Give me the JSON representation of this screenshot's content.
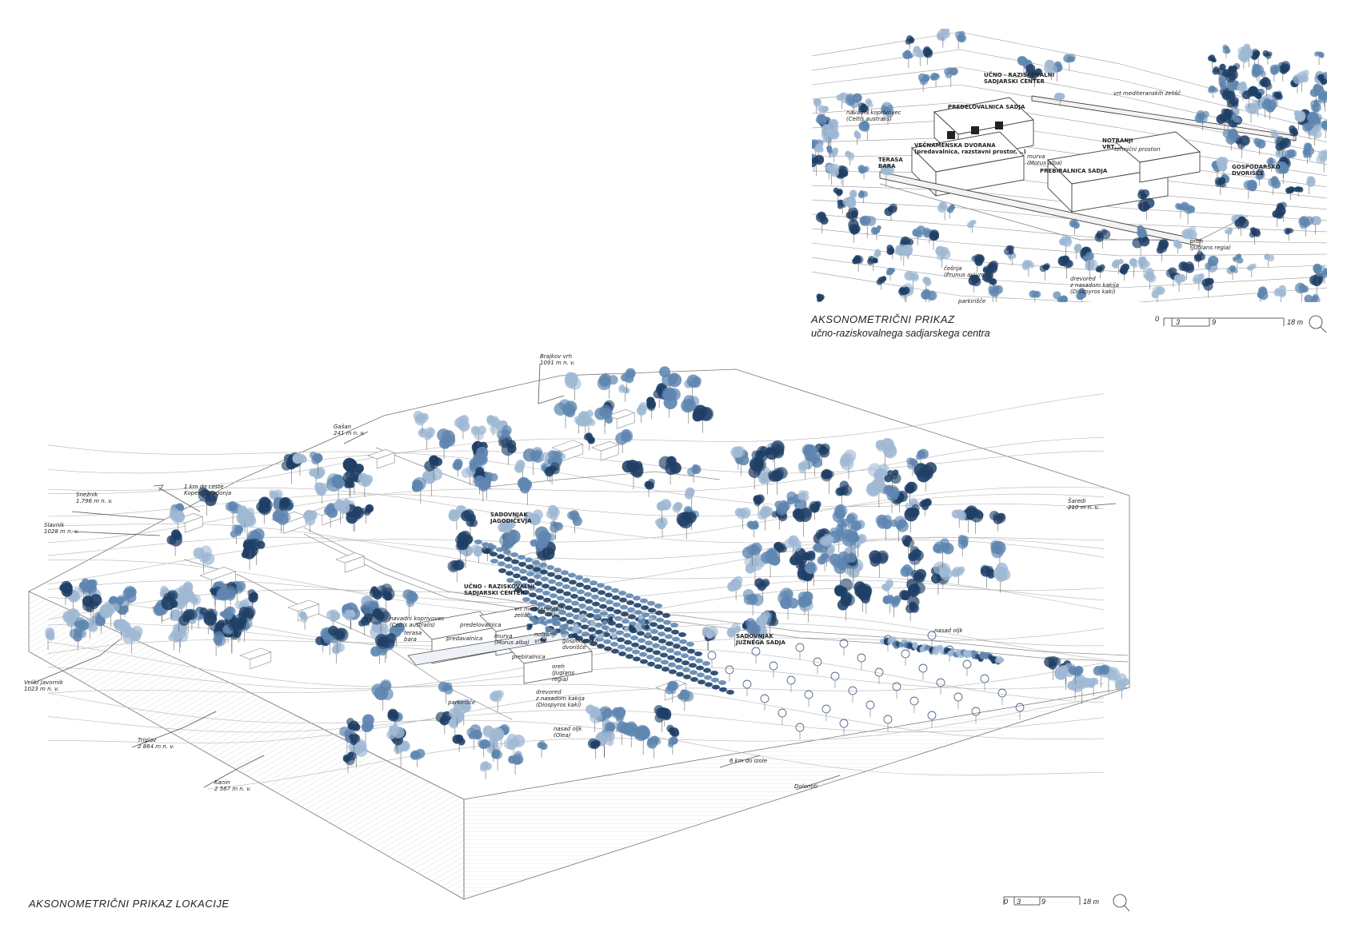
{
  "inset": {
    "title": "AKSONOMETRIČNI PRIKAZ",
    "subtitle": "učno-raziskovalnega sadjarskega centra",
    "scale": {
      "ticks": [
        "0",
        "3",
        "9",
        "18 m"
      ]
    },
    "labels": [
      {
        "id": "center",
        "text": "UČNO - RAZISKOVALNI\nSADJARSKI CENTER",
        "bold": true
      },
      {
        "id": "garden",
        "text": "vrt mediteranskih zelišč",
        "bold": false
      },
      {
        "id": "kopriv",
        "text": "navadni koprivovec\n(Celtis australis)",
        "bold": false
      },
      {
        "id": "predel",
        "text": "PREDELOVALNICA SADJA",
        "bold": true
      },
      {
        "id": "vecnam",
        "text": "VEČNAMENSKA DVORANA\n(predavalnica, razstavni prostor, ..)",
        "bold": true
      },
      {
        "id": "terasa",
        "text": "TERASA\nBARA",
        "bold": true
      },
      {
        "id": "murva",
        "text": "murva\n(Morus alba)",
        "bold": false
      },
      {
        "id": "notranji",
        "text": "NOTRANJI\nVRT",
        "bold": true
      },
      {
        "id": "tehnicni",
        "text": "tehnični prostori",
        "bold": false
      },
      {
        "id": "preb",
        "text": "PREBIRALNICA SADJA",
        "bold": true
      },
      {
        "id": "gosp",
        "text": "GOSPODARSKO\nDVORIŠČE",
        "bold": true
      },
      {
        "id": "oreh",
        "text": "oreh\n(Juglans regia)",
        "bold": false
      },
      {
        "id": "cesnja",
        "text": "češnja\n(Prunus avium)",
        "bold": false
      },
      {
        "id": "drevored",
        "text": "drevored\nz nasadom kakija\n(Diospyros kaki)",
        "bold": false
      },
      {
        "id": "parkir",
        "text": "parkirišče",
        "bold": false
      }
    ]
  },
  "main": {
    "title": "AKSONOMETRIČNI PRIKAZ LOKACIJE",
    "scale": {
      "ticks": [
        "0",
        "3",
        "9",
        "18 m"
      ]
    },
    "labels": [
      {
        "id": "brajkov",
        "text": "Brajkov vrh\n1091 m n. v.",
        "bold": false
      },
      {
        "id": "gasan",
        "text": "Gašan\n241 m n. v.",
        "bold": false
      },
      {
        "id": "cesta",
        "text": "1 km do ceste\nKoper - Dragonja",
        "bold": false
      },
      {
        "id": "sneznik",
        "text": "Snežnik\n1.796 m n. v.",
        "bold": false
      },
      {
        "id": "slavnik",
        "text": "Slavnik\n1028 m n. v.",
        "bold": false
      },
      {
        "id": "sredi",
        "text": "Šaredi\n210 m n. v.",
        "bold": false
      },
      {
        "id": "jagod",
        "text": "SADOVNJAK\nJAGODIČEVJA",
        "bold": true
      },
      {
        "id": "centerM",
        "text": "UČNO - RAZISKOVALNI\nSADJARSKI CENTER",
        "bold": true
      },
      {
        "id": "koprivM",
        "text": "navadni koprivovec\n(Celtis australis)",
        "bold": false
      },
      {
        "id": "predM",
        "text": "predelovalnica",
        "bold": false
      },
      {
        "id": "vrtM",
        "text": "vrt mediteranskih\nzelišč",
        "bold": false
      },
      {
        "id": "terasaM",
        "text": "terasa\nbara",
        "bold": false
      },
      {
        "id": "predavM",
        "text": "predavalnica",
        "bold": false
      },
      {
        "id": "murvaM",
        "text": "murva\n(Morus alba)",
        "bold": false
      },
      {
        "id": "notrM",
        "text": "notranji\nvrt",
        "bold": false
      },
      {
        "id": "prebM",
        "text": "prebiralnica",
        "bold": false
      },
      {
        "id": "gospM",
        "text": "gospodarsko\ndvorišče",
        "bold": false
      },
      {
        "id": "orehM",
        "text": "oreh\n(Juglans\nregia)",
        "bold": false
      },
      {
        "id": "juzno",
        "text": "SADOVNJAK\nJUŽNEGA SADJA",
        "bold": true
      },
      {
        "id": "oljk",
        "text": "nasad oljk",
        "bold": false
      },
      {
        "id": "parkM",
        "text": "parkirišče",
        "bold": false
      },
      {
        "id": "drevM",
        "text": "drevored\nz nasadom kakija\n(Diospyros kaki)",
        "bold": false
      },
      {
        "id": "oljkaM",
        "text": "nasad oljk\n(Olea)",
        "bold": false
      },
      {
        "id": "javornik",
        "text": "Veliki Javornik\n1023 m n. v.",
        "bold": false
      },
      {
        "id": "triglav",
        "text": "Triglav\n2 864 m n. v.",
        "bold": false
      },
      {
        "id": "kanin",
        "text": "Kanin\n2 587 m n. v.",
        "bold": false
      },
      {
        "id": "izola",
        "text": "6 km do Izole",
        "bold": false
      },
      {
        "id": "dolomiti",
        "text": "Dolomiti",
        "bold": false
      }
    ]
  },
  "colors": {
    "tree_light": "#9fb8d3",
    "tree_mid": "#5f86b0",
    "tree_dark": "#1f3f66",
    "line": "#8a8a8a"
  }
}
